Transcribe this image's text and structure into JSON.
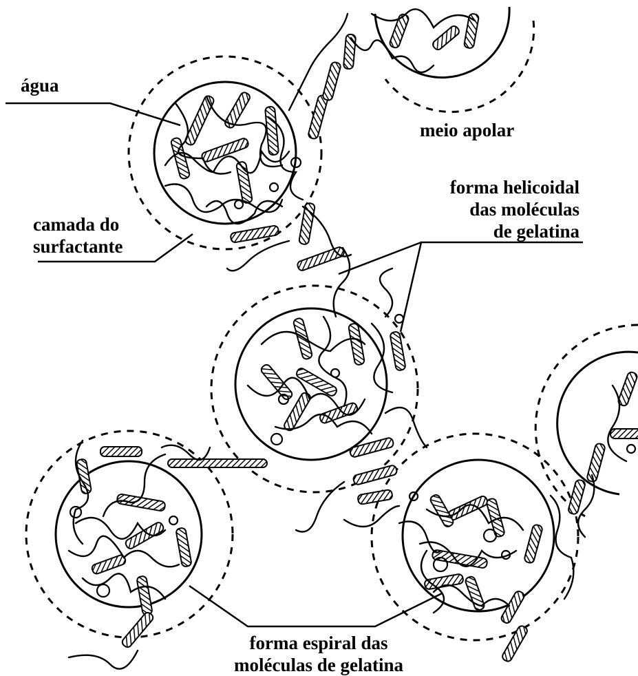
{
  "labels": {
    "agua": "água",
    "meio_apolar": "meio apolar",
    "camada": [
      "camada do",
      "surfactante"
    ],
    "helicoidal": [
      "forma helicoidal",
      "das moléculas",
      "de gelatina"
    ],
    "espiral": [
      "forma espiral das",
      "moléculas de gelatina"
    ]
  },
  "colors": {
    "ink": "#000000",
    "paper": "#ffffff"
  }
}
